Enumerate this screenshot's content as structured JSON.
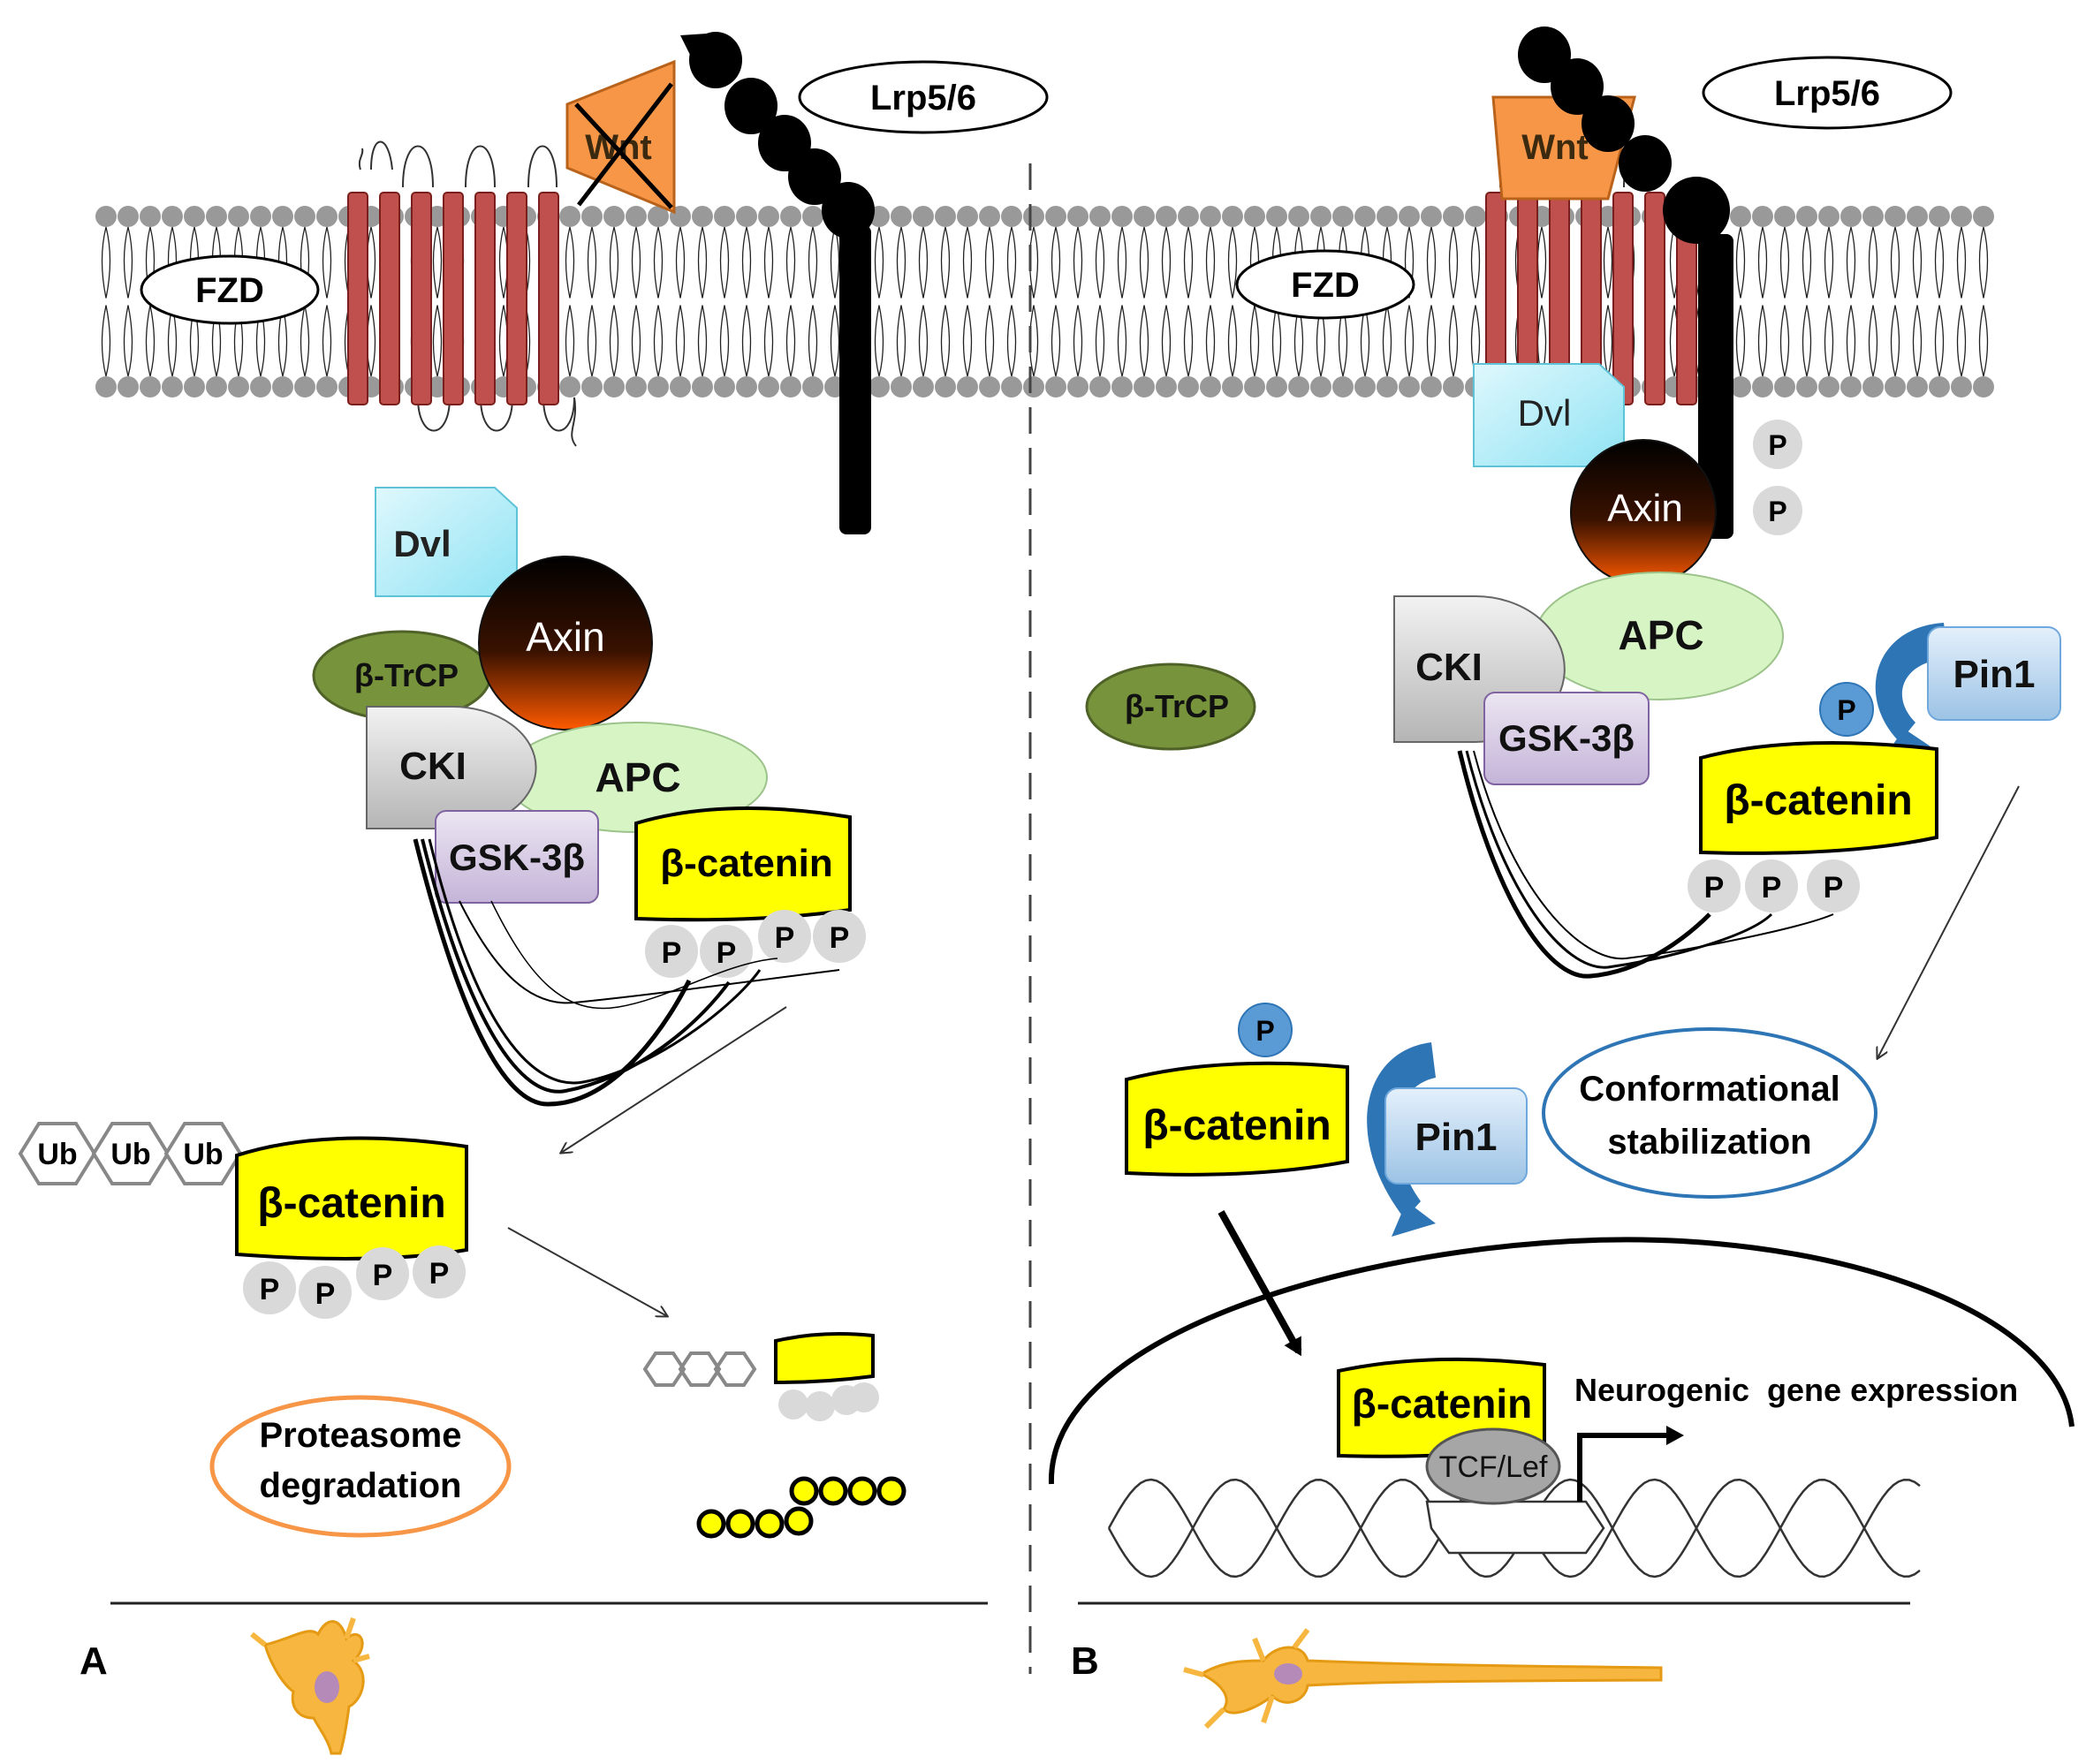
{
  "panels": {
    "a": {
      "letter": "A",
      "receptor": "FZD",
      "coreceptor": "Lrp5/6",
      "ligand": "Wnt",
      "ligand_absent": true,
      "dishevelled": "Dvl",
      "axin": "Axin",
      "btrcp": "β-TrCP",
      "cki": "CKI",
      "apc": "APC",
      "gsk": "GSK-3β",
      "bcat": "β-catenin",
      "bcat_ub": "β-catenin",
      "phospho": "P",
      "ubiquitin": "Ub",
      "fate": "Proteasome\ndegradation",
      "fate_line1": "Proteasome",
      "fate_line2": "degradation",
      "cell_icon": "neuron-progenitor-icon"
    },
    "b": {
      "letter": "B",
      "receptor": "FZD",
      "coreceptor": "Lrp5/6",
      "ligand": "Wnt",
      "dishevelled": "Dvl",
      "axin": "Axin",
      "btrcp": "β-TrCP",
      "cki": "CKI",
      "apc": "APC",
      "gsk": "GSK-3β",
      "bcat": "β-catenin",
      "bcat_free": "β-catenin",
      "bcat_nuclear": "β-catenin",
      "pin1": "Pin1",
      "phospho": "P",
      "stabilization_line1": "Conformational",
      "stabilization_line2": "stabilization",
      "tcf": "TCF/Lef",
      "gene_expression": "Neurogenic  gene expression",
      "cell_icon": "mature-neuron-icon"
    }
  },
  "colors": {
    "fzd": "#c0504d",
    "wnt": "#f79646",
    "beta_catenin": "#ffff00",
    "btrcp": "#77933c",
    "apc": "#d7f4c5",
    "gsk": "#ccc0da",
    "dvl": "#b7eef7",
    "pin1": "#9cc3e5",
    "proteasome_outline": "#f79646",
    "stabilization_outline": "#2e75b6",
    "neuron": "#f6b63f"
  }
}
